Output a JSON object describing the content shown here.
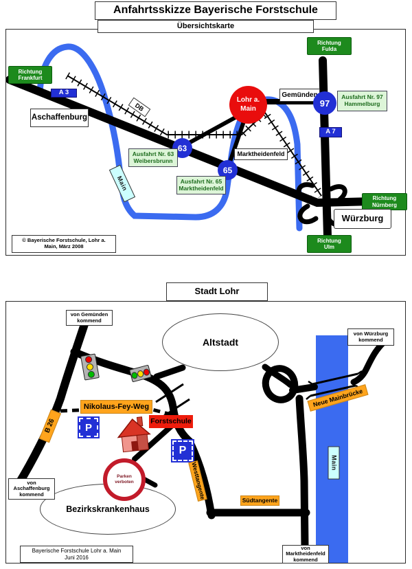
{
  "title": "Anfahrtsskizze Bayerische Forstschule",
  "overview": {
    "subtitle": "Übersichtskarte",
    "signs": {
      "frankfurt": "Richtung\nFrankfurt",
      "fulda": "Richtung\nFulda",
      "nuernberg": "Richtung\nNürnberg",
      "ulm": "Richtung\nUlm",
      "a3": "A 3",
      "a7": "A 7"
    },
    "cities": {
      "aschaffenburg": "Aschaffenburg",
      "gemuenden": "Gemünden",
      "marktheidenfeld": "Marktheidenfeld",
      "wuerzburg": "Würzburg"
    },
    "exits": {
      "e63": {
        "number": "63",
        "label": "Ausfahrt Nr. 63\nWeibersbrunn"
      },
      "e65": {
        "number": "65",
        "label": "Ausfahrt Nr. 65\nMarktheidenfeld"
      },
      "e97": {
        "number": "97",
        "label": "Ausfahrt Nr. 97\nHammelburg"
      }
    },
    "lohr_node": "Lohr a.\nMain",
    "railway": "DB",
    "river": "Main",
    "copyright": "© Bayerische Forstschule, Lohr a.\nMain, März 2008"
  },
  "city_map": {
    "subtitle": "Stadt Lohr",
    "areas": {
      "altstadt": "Altstadt",
      "bezirkskrankenhaus": "Bezirkskrankenhaus"
    },
    "approach": {
      "gemuenden": "von Gemünden\nkommend",
      "wuerzburg": "von Würzburg\nkommend",
      "aschaffenburg": "von\nAschaffenburg\nkommend",
      "marktheidenfeld": "von\nMarktheidenfeld\nkommend"
    },
    "streets": {
      "b26": "B 26",
      "nikolaus_fey_weg": "Nikolaus-Fey-Weg",
      "westtangente": "Westtangente",
      "suedtangente": "Südtangente",
      "neue_mainbruecke": "Neue Mainbrücke"
    },
    "poi": {
      "forstschule": "Forstschule",
      "parken_verboten": "Parken\nverboten",
      "parking": "P"
    },
    "river": "Main",
    "footer": "Bayerische Forstschule Lohr a. Main\nJuni 2016"
  },
  "colors": {
    "autobahn_blue": "#2230d5",
    "direction_green": "#1d8a1d",
    "exit_label_bg": "#ddf5d8",
    "exit_label_text": "#1c6b1c",
    "lohr_red": "#e90d0d",
    "street_orange": "#ffa41c",
    "river_blue": "#3b6bf0",
    "river_label_bg": "#ccffff",
    "forstschule_red": "#ee1c0c",
    "no_parking_red": "#c21b2a"
  }
}
